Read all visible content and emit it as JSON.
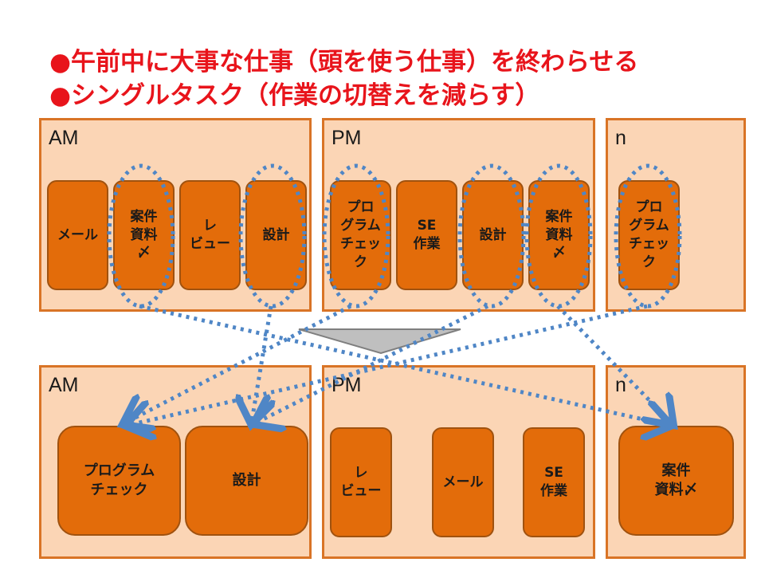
{
  "headlines": [
    "●午前中に大事な仕事（頭を使う仕事）を終わらせる",
    "●シングルタスク（作業の切替えを減らす）"
  ],
  "colors": {
    "headline": "#e8141b",
    "section_fill": "#fbd5b5",
    "section_border": "#d97426",
    "task_fill": "#e36c0a",
    "task_border": "#a0520f",
    "dotted_line": "#4f86c6",
    "transition_arrow": "#bfbfbf"
  },
  "before": {
    "sections": [
      {
        "label": "AM",
        "tasks": [
          "メール",
          "案件\n資料\n〆",
          "レ\nビュー",
          "設計"
        ]
      },
      {
        "label": "PM",
        "tasks": [
          "プロ\nグラム\nチェッ\nク",
          "SE\n作業",
          "設計",
          "案件\n資料\n〆"
        ]
      },
      {
        "label": "n",
        "tasks": [
          "プロ\nグラム\nチェッ\nク"
        ]
      }
    ]
  },
  "after": {
    "sections": [
      {
        "label": "AM",
        "tasks": [
          "プログラム\nチェック",
          "設計"
        ]
      },
      {
        "label": "PM",
        "tasks": [
          "レ\nビュー",
          "メール",
          "SE\n作業"
        ]
      },
      {
        "label": "n",
        "tasks": [
          "案件\n資料〆"
        ]
      }
    ]
  }
}
